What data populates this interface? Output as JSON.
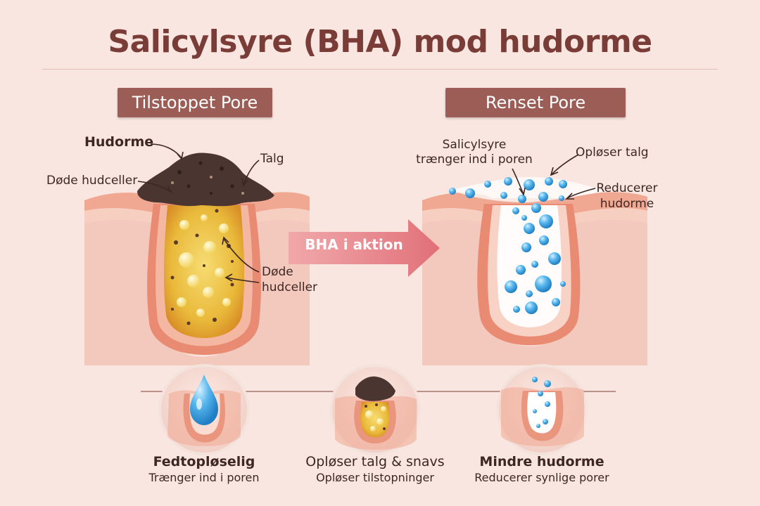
{
  "title": "Salicylsyre (BHA) mod hudorme",
  "left_panel": {
    "header": "Tilstoppet Pore",
    "labels": {
      "hudorme": "Hudorme",
      "talg": "Talg",
      "dode_top": "Døde hudceller",
      "dode_inner_1": "Døde",
      "dode_inner_2": "hudceller"
    }
  },
  "right_panel": {
    "header": "Renset Pore",
    "labels": {
      "salicylsyre_1": "Salicylsyre",
      "salicylsyre_2": "trænger ind i poren",
      "oploser": "Opløser talg",
      "reducerer_1": "Reducerer",
      "reducerer_2": "hudorme"
    }
  },
  "action_arrow": {
    "label": "BHA i aktion"
  },
  "features": [
    {
      "title": "Fedtopløselig",
      "subtitle": "Trænger ind i poren"
    },
    {
      "title": "Opløser talg & snavs",
      "subtitle": "Opløser tilstopninger"
    },
    {
      "title": "Mindre hudorme",
      "subtitle": "Reducerer synlige porer"
    }
  ],
  "colors": {
    "background": "#f9e6e0",
    "header": "#9c5d56",
    "title": "#7a3c36",
    "sebum": "#e9b93a",
    "blackhead": "#4a3530",
    "bha_drop": "#3da0dd",
    "arrow": "#e57f86",
    "skin": "#f2b9a8"
  }
}
